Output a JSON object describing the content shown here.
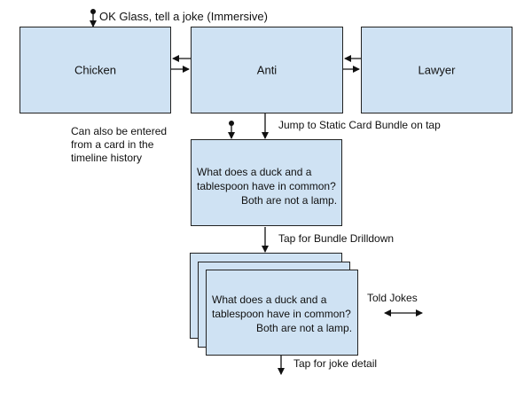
{
  "labels": {
    "entry": "OK Glass, tell a joke (Immersive)",
    "timeline_note": [
      "Can also be entered",
      "from a card in the",
      "timeline history"
    ],
    "jump": "Jump to Static Card Bundle on tap",
    "drilldown": "Tap for Bundle Drilldown",
    "told_jokes": "Told Jokes",
    "joke_detail": "Tap for joke detail"
  },
  "boxes": {
    "chicken": "Chicken",
    "anti": "Anti",
    "lawyer": "Lawyer"
  },
  "joke": {
    "line1": "What does a duck and a",
    "line2": "tablespoon have in common?",
    "line3": "Both are not a lamp."
  }
}
